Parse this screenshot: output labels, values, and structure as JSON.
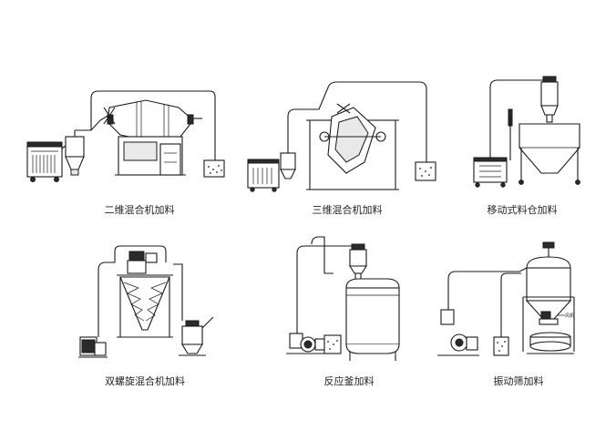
{
  "captions": {
    "p1": "二维混合机加料",
    "p2": "三维混合机加料",
    "p3": "移动式料仓加料",
    "p4": "双螺旋混合机加料",
    "p5": "反应釜加料",
    "p6": "振动筛加料"
  },
  "labels": {
    "fan": "风机"
  }
}
